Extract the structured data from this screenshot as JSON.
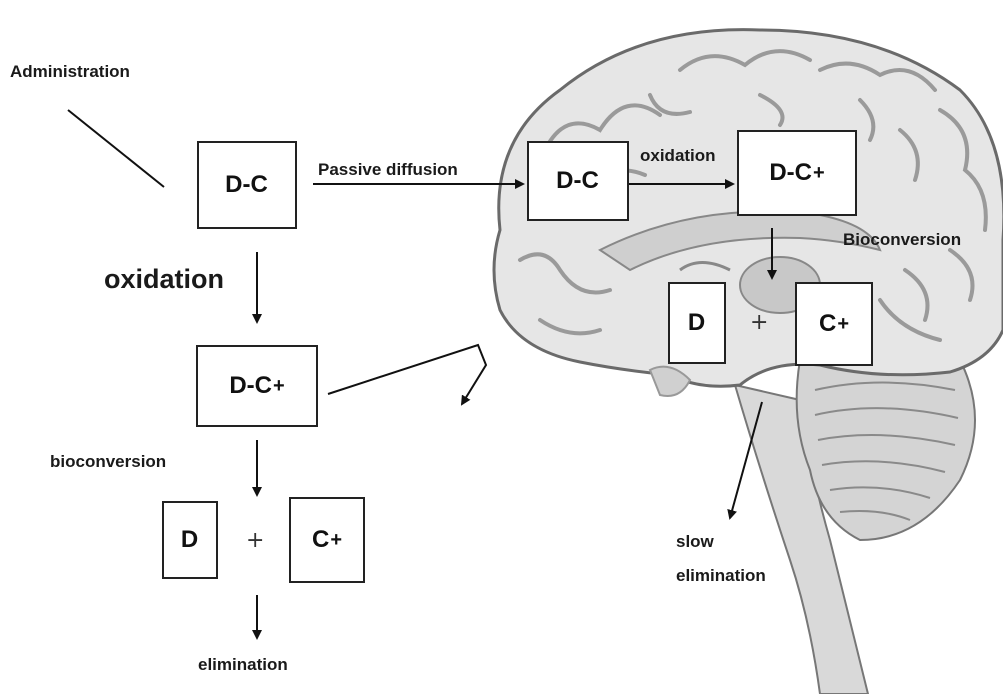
{
  "labels": {
    "administration": "Administration",
    "passive_diffusion": "Passive diffusion",
    "oxidation_left": "oxidation",
    "oxidation_brain": "oxidation",
    "bioconversion_left": "bioconversion",
    "bioconversion_brain": "Bioconversion",
    "elimination": "elimination",
    "slow_elimination_line1": "slow",
    "slow_elimination_line2": "elimination"
  },
  "boxes": {
    "dc_left": {
      "text": "D-C",
      "sup": ""
    },
    "dcplus_left": {
      "text": "D-C",
      "sup": "+"
    },
    "d_left": {
      "text": "D",
      "sup": ""
    },
    "cplus_left": {
      "text": "C",
      "sup": "+"
    },
    "dc_brain": {
      "text": "D-C",
      "sup": ""
    },
    "dcplus_brain": {
      "text": "D-C",
      "sup": "+"
    },
    "d_brain": {
      "text": "D",
      "sup": ""
    },
    "cplus_brain": {
      "text": "C",
      "sup": "+"
    }
  },
  "plus_sign": "+",
  "colors": {
    "brain_fill": "#e6e6e6",
    "brain_gyri": "#9a9a9a",
    "brain_outline": "#6a6a6a",
    "arrow": "#111111"
  }
}
